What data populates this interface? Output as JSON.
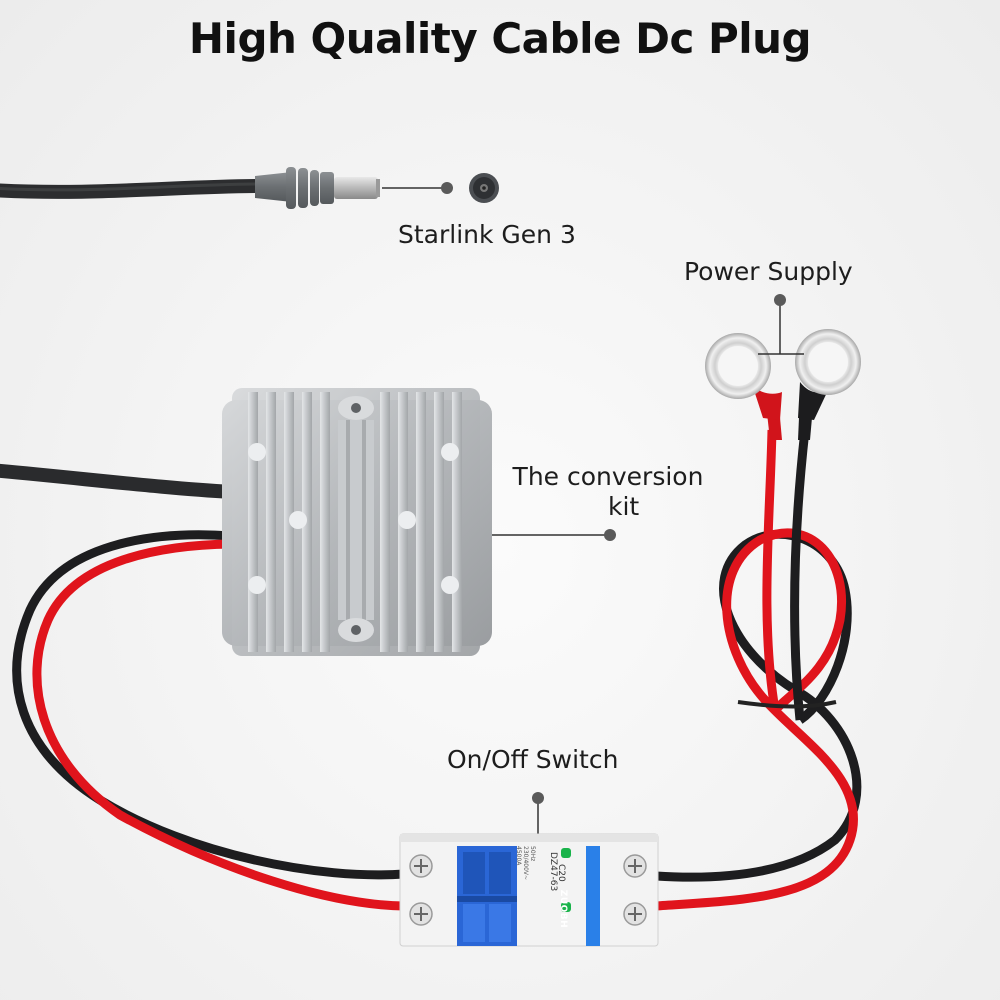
{
  "title": "High Quality Cable Dc Plug",
  "callouts": {
    "starlink": "Starlink Gen 3",
    "power_supply": "Power Supply",
    "conversion_kit_line1": "The conversion",
    "conversion_kit_line2": "kit",
    "switch": "On/Off Switch"
  },
  "breaker_print": {
    "brand": "ZUOBH",
    "model": "DZ47-63",
    "rating": "C20",
    "specs": [
      "50Hz",
      "230/400V~",
      "4500A"
    ]
  },
  "colors": {
    "red_wire": "#e0141c",
    "black_wire": "#1d1d1f",
    "aluminum": "#b9bcbf",
    "breaker_blue": "#1f5fd1",
    "breaker_green": "#19b34a"
  }
}
